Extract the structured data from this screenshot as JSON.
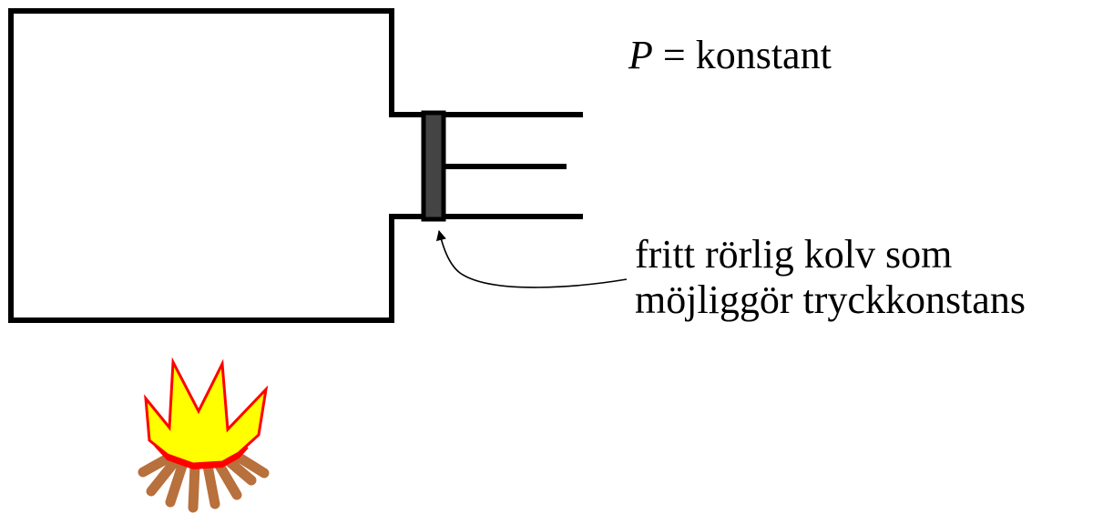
{
  "pressure_label": {
    "symbol": "P",
    "rest": " = konstant"
  },
  "piston_caption": {
    "line1": "fritt rörlig kolv som",
    "line2": "möjliggör tryckkonstans"
  },
  "colors": {
    "outline": "#000000",
    "piston_fill": "#444444",
    "flame_outer": "#ff0000",
    "flame_inner": "#ffff00",
    "wood": "#b8703c"
  },
  "icons": {
    "heat_source": "campfire-icon"
  }
}
